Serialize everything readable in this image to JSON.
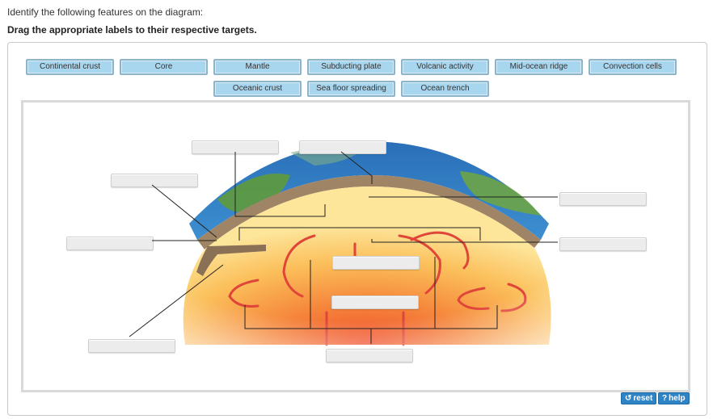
{
  "instructions": {
    "line1": "Identify the following features on the diagram:",
    "line2": "Drag the appropriate labels to their respective targets."
  },
  "labels": [
    "Continental crust",
    "Core",
    "Mantle",
    "Subducting plate",
    "Volcanic activity",
    "Mid-ocean ridge",
    "Convection cells",
    "Oceanic crust",
    "Sea floor spreading",
    "Ocean trench"
  ],
  "buttons": {
    "reset": "reset",
    "help": "help",
    "reset_icon": "↺",
    "help_icon": "?"
  },
  "colors": {
    "label_bg": "#a9d6ef",
    "button_blue": "#2f84c6"
  },
  "icons": [
    "reset-icon",
    "help-icon"
  ]
}
